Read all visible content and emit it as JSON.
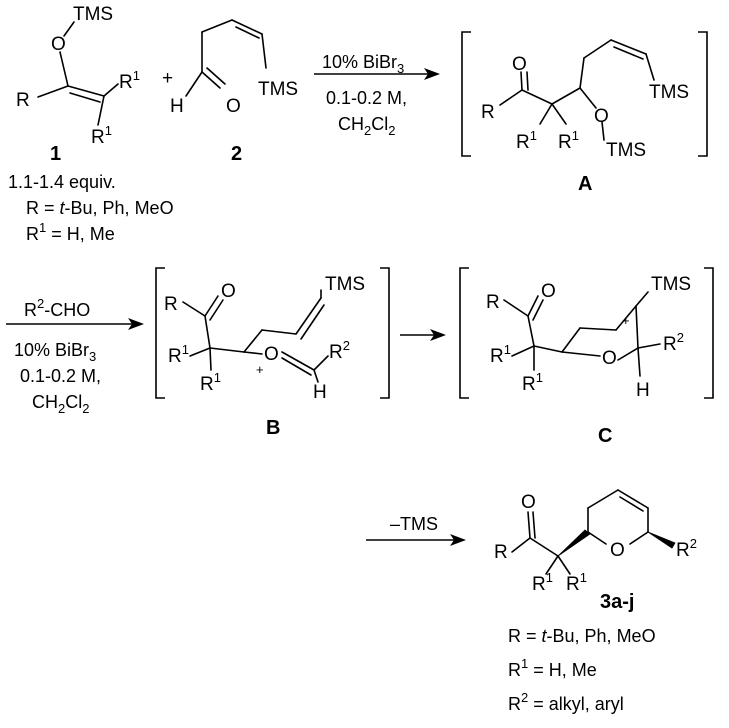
{
  "labels": {
    "tms": "TMS",
    "o": "O",
    "h": "H",
    "r": "R",
    "r1": "R",
    "sup1": "1",
    "sup2": "2",
    "plus": "+",
    "cation": "+"
  },
  "compounds": {
    "c1": "1",
    "c2": "2",
    "a": "A",
    "b": "B",
    "c": "C",
    "prod": "3a-j"
  },
  "step1": {
    "cond1": "10% BiBr",
    "cond1_sub": "3",
    "cond2": "0.1-0.2 M,",
    "cond3_a": "CH",
    "cond3_sub1": "2",
    "cond3_b": "Cl",
    "cond3_sub2": "2"
  },
  "step2": {
    "reagent_a": "R",
    "reagent_sup": "2",
    "reagent_b": "-CHO",
    "cond1": "10% BiBr",
    "cond1_sub": "3",
    "cond2": "0.1-0.2 M,",
    "cond3_a": "CH",
    "cond3_sub1": "2",
    "cond3_b": "Cl",
    "cond3_sub2": "2"
  },
  "step3": {
    "reagent": "–TMS"
  },
  "reactant_notes": {
    "equiv": "1.1-1.4 equiv.",
    "r_def_a": "R = ",
    "r_def_it": "t",
    "r_def_b": "-Bu, Ph, MeO",
    "r1_def_a": "R",
    "r1_def_sup": "1",
    "r1_def_b": " = H, Me"
  },
  "product_notes": {
    "r_def_a": "R = ",
    "r_def_it": "t",
    "r_def_b": "-Bu, Ph, MeO",
    "r1_def_a": "R",
    "r1_def_sup": "1",
    "r1_def_b": " = H, Me",
    "r2_def_a": "R",
    "r2_def_sup": "2",
    "r2_def_b": " = alkyl, aryl"
  }
}
